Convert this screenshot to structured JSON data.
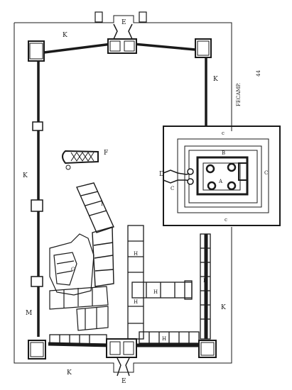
{
  "plan": {
    "labels": {
      "gate_north": "E",
      "gate_south": "E",
      "moat_ne": "K",
      "moat_nw": "K",
      "moat_west": "K",
      "moat_east": "K",
      "moat_se": "K",
      "moat_sw": "M",
      "keep_gate": "D",
      "keep_a": "A",
      "keep_b": "B",
      "keep_c_west": "C",
      "keep_c_east": "C",
      "keep_c_north": "c",
      "keep_c_south": "c",
      "chapel": "F",
      "building_i": "I",
      "building_g": "G",
      "building_h1": "H",
      "building_h2": "H",
      "building_h3": "H",
      "building_h4": "H",
      "building_h5": "H"
    },
    "side_text": "FECAMP.",
    "figure_number": "44"
  },
  "colors": {
    "ink": "#1a1a1a",
    "paper": "#ffffff"
  }
}
